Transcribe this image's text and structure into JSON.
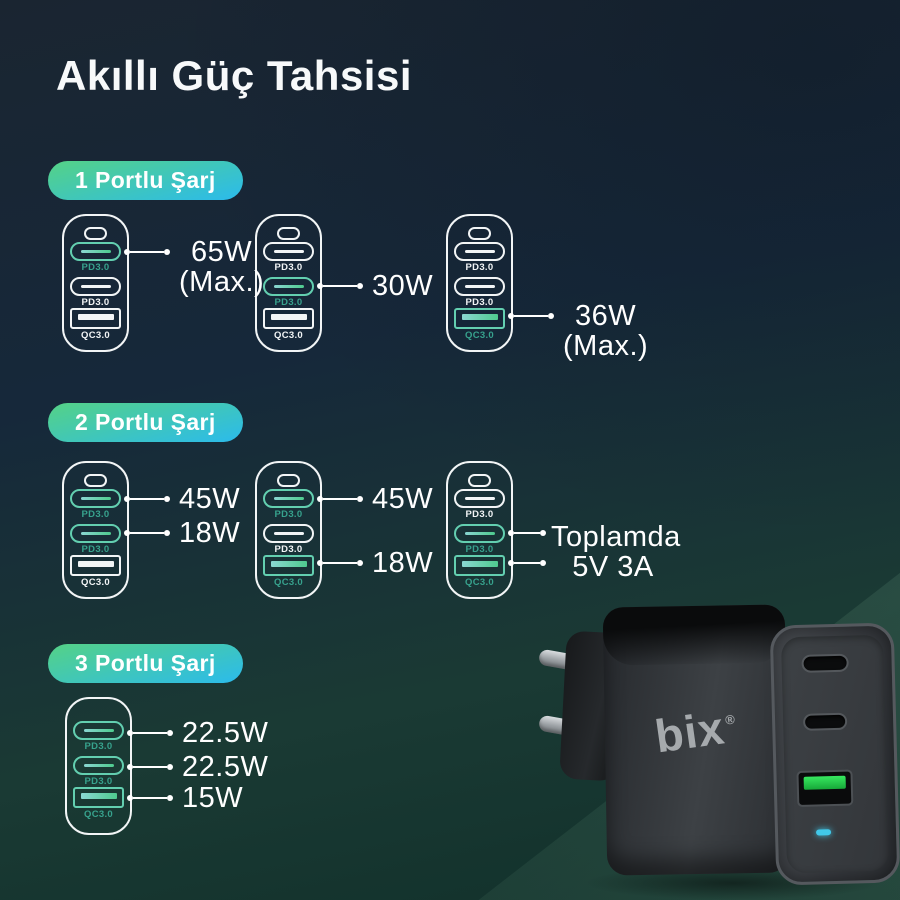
{
  "title": "Akıllı Güç Tahsisi",
  "sections": [
    {
      "badge": "1 Portlu Şarj",
      "chargers": [
        {
          "ports": [
            {
              "type": "usb-c",
              "label": "PD3.0",
              "active": true
            },
            {
              "type": "usb-c",
              "label": "PD3.0",
              "active": false
            },
            {
              "type": "usb-a",
              "label": "QC3.0",
              "active": false
            }
          ]
        },
        {
          "ports": [
            {
              "type": "usb-c",
              "label": "PD3.0",
              "active": false
            },
            {
              "type": "usb-c",
              "label": "PD3.0",
              "active": true
            },
            {
              "type": "usb-a",
              "label": "QC3.0",
              "active": false
            }
          ]
        },
        {
          "ports": [
            {
              "type": "usb-c",
              "label": "PD3.0",
              "active": false
            },
            {
              "type": "usb-c",
              "label": "PD3.0",
              "active": false
            },
            {
              "type": "usb-a",
              "label": "QC3.0",
              "active": true
            }
          ]
        }
      ],
      "callouts": [
        {
          "line1": "65W",
          "line2": "(Max.)"
        },
        {
          "line1": "30W"
        },
        {
          "line1": "36W",
          "line2": "(Max.)"
        }
      ]
    },
    {
      "badge": "2 Portlu Şarj",
      "chargers": [
        {
          "ports": [
            {
              "type": "usb-c",
              "label": "PD3.0",
              "active": true
            },
            {
              "type": "usb-c",
              "label": "PD3.0",
              "active": true
            },
            {
              "type": "usb-a",
              "label": "QC3.0",
              "active": false
            }
          ]
        },
        {
          "ports": [
            {
              "type": "usb-c",
              "label": "PD3.0",
              "active": true
            },
            {
              "type": "usb-c",
              "label": "PD3.0",
              "active": false
            },
            {
              "type": "usb-a",
              "label": "QC3.0",
              "active": true
            }
          ]
        },
        {
          "ports": [
            {
              "type": "usb-c",
              "label": "PD3.0",
              "active": false
            },
            {
              "type": "usb-c",
              "label": "PD3.0",
              "active": true
            },
            {
              "type": "usb-a",
              "label": "QC3.0",
              "active": true
            }
          ]
        }
      ],
      "callouts": [
        {
          "line1": "45W"
        },
        {
          "line1": "18W"
        },
        {
          "line1": "45W"
        },
        {
          "line1": "18W"
        },
        {
          "line1": "Toplamda",
          "line2": "5V 3A"
        }
      ]
    },
    {
      "badge": "3 Portlu Şarj",
      "chargers": [
        {
          "ports": [
            {
              "type": "usb-c",
              "label": "PD3.0",
              "active": true
            },
            {
              "type": "usb-c",
              "label": "PD3.0",
              "active": true
            },
            {
              "type": "usb-a",
              "label": "QC3.0",
              "active": true
            }
          ]
        }
      ],
      "callouts": [
        {
          "line1": "22.5W"
        },
        {
          "line1": "22.5W"
        },
        {
          "line1": "15W"
        }
      ]
    }
  ],
  "product": {
    "brand": "bix",
    "registered": "®"
  },
  "colors": {
    "accent_teal": "#63cfb0",
    "teal_label": "#37a28d",
    "badge_green": "#55d286",
    "badge_blue": "#2dbce7",
    "usb_a_green": "#2ee457",
    "led_cyan": "#41c9ea",
    "bg_top": "#16283a",
    "bg_bottom": "#11302a",
    "text_white": "#ffffff"
  }
}
